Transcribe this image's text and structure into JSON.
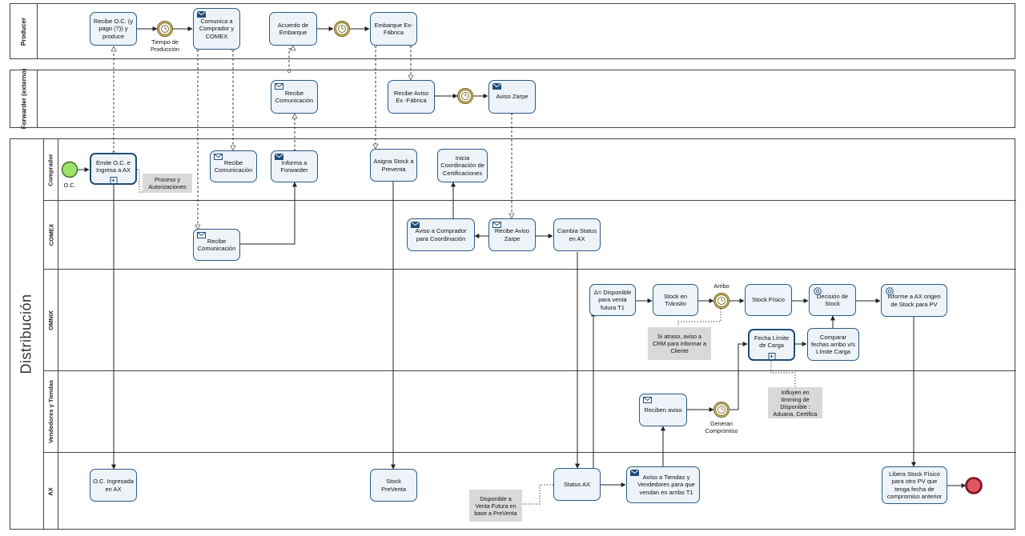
{
  "pools": {
    "producer": "Producer",
    "forwarder": "Forwarder (externo)",
    "distribucion": "Distribución"
  },
  "lanes": {
    "comprador": "Comprador",
    "comex": "COMEX",
    "omnix": "OMNIX",
    "vendedores": "Vendedores y Tiendas",
    "ax": "AX"
  },
  "tasks": {
    "recibe_oc": "Recibe O.C. (y pago (?)) y produce",
    "comunica_comprador": "Comunica a Comprador y COMEX",
    "acuerdo_embarque": "Acuerdo de Embarque",
    "embarque_exfabrica": "Embarque Ex-Fábrica",
    "fw_recibe_comunicacion": "Recibe Comunicación",
    "fw_recibe_aviso": "Recibe Aviso Ex -Fábrica",
    "fw_aviso_zarpe": "Aviso Zarpe",
    "emite_oc": "Emite O.C. e Ingresa a AX",
    "comp_recibe_comunicacion": "Recibe Comunicación",
    "informa_forwarder": "Informa a Forwarder",
    "asigna_stock": "Asigna Stock a Preventa",
    "inicia_coordinacion": "Inicia Coordinación de Certificaciones",
    "comex_recibe_comunicacion": "Recibe Comunicación",
    "aviso_comprador": "Aviso a Comprador para Coordinación",
    "comex_recibe_aviso_zarpe": "Recibe Aviso Zarpe",
    "cambia_status": "Cambia Status en AX",
    "disponible_t1": "Δ= Disponible para venta futura T1",
    "stock_transito": "Stock en Tránsito",
    "stock_fisico": "Stock Físico",
    "decision_stock": "Decisión de Stock",
    "informa_ax_origen": "Informe a AX origen de Stock para PV",
    "fecha_limite": "Fecha Límite de Carga",
    "comparar_fechas": "Comparar fechas arribo v/s Límite Carga",
    "reciben_aviso": "Reciben aviso",
    "oc_ingresada": "O.C. Ingresada en AX",
    "stock_preventa": "Stock PreVenta",
    "status_ax": "Status AX",
    "aviso_tiendas": "Aviso a Tiendas y Vendedores para que vendan en arribo T1",
    "libera_stock": "Libera Stock Físico para otro PV que tenga fecha de compromiso anterior"
  },
  "notes": {
    "proceso_autorizaciones": "Proceso y Autorizaciones",
    "si_atraso": "Si atraso, aviso a CRM para informar a Cliente",
    "influyen_timming": "Influyen en timming de Disponible : Aduana, Certifica",
    "disponible_venta_futura": "Disponible a Venta Futura en base a PreVenta"
  },
  "events": {
    "start_oc": "O.C.",
    "tiempo_produccion": "Tiempo de Producción",
    "arribo": "Arribo",
    "generan_compromiso": "Generan Compromiso"
  },
  "icons": {
    "message": "envelope-icon",
    "multi_instance": "gear-icon",
    "subprocess": "plus-marker-icon",
    "timer": "clock-icon"
  },
  "colors": {
    "task_border": "#2a5b86",
    "task_fill": "#eef3f9",
    "start_event": "#9de36b",
    "end_event": "#e05561",
    "timer_event": "#e8d27a",
    "note_fill": "#d9d9d9"
  }
}
